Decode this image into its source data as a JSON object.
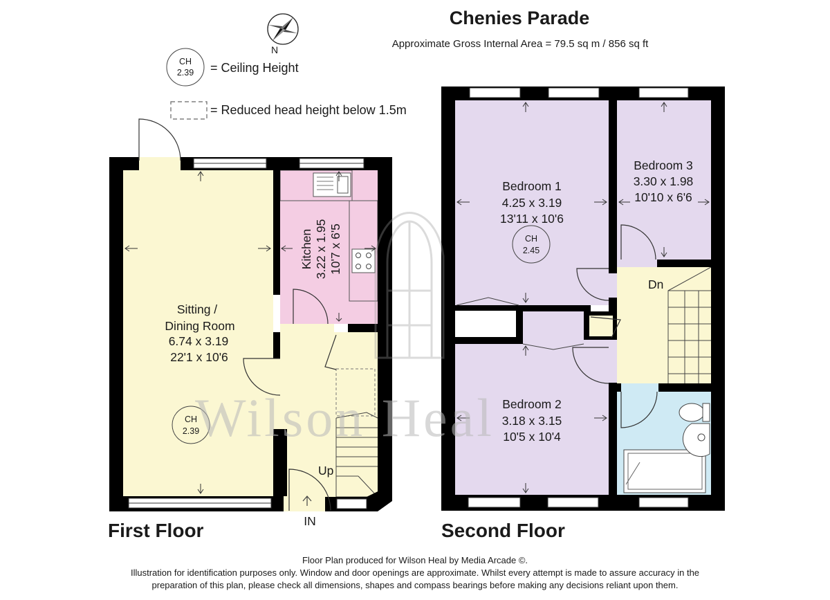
{
  "title": "Chenies Parade",
  "subtitle": "Approximate Gross Internal Area = 79.5 sq m / 856 sq ft",
  "compass": {
    "label": "N"
  },
  "legend": {
    "ch_badge_label": "CH",
    "ch_badge_value": "2.39",
    "ch_text": "= Ceiling Height",
    "reduced_text": "=  Reduced head height below 1.5m"
  },
  "watermark": "Wilson Heal",
  "floors": {
    "first": {
      "label": "First Floor",
      "entrance": "IN",
      "stairs": "Up",
      "sitting": {
        "name1": "Sitting /",
        "name2": "Dining Room",
        "metric": "6.74 x 3.19",
        "imperial": "22'1 x 10'6",
        "ch_label": "CH",
        "ch_value": "2.39"
      },
      "kitchen": {
        "name": "Kitchen",
        "metric": "3.22 x 1.95",
        "imperial": "10'7 x 6'5"
      }
    },
    "second": {
      "label": "Second Floor",
      "stairs": "Dn",
      "bedroom1": {
        "name": "Bedroom 1",
        "metric": "4.25 x 3.19",
        "imperial": "13'11 x 10'6",
        "ch_label": "CH",
        "ch_value": "2.45"
      },
      "bedroom2": {
        "name": "Bedroom 2",
        "metric": "3.18 x 3.15",
        "imperial": "10'5 x 10'4"
      },
      "bedroom3": {
        "name": "Bedroom 3",
        "metric": "3.30 x 1.98",
        "imperial": "10'10 x 6'6"
      }
    }
  },
  "footer": {
    "line1": "Floor Plan produced for Wilson Heal by Media Arcade ©.",
    "line2": "Illustration for identification purposes only. Window and door openings are approximate. Whilst every attempt is made to assure accuracy in the",
    "line3": "preparation of this plan, please check all dimensions, shapes and compass bearings before making any decisions reliant upon them."
  },
  "colors": {
    "sitting": "#fbf7d2",
    "kitchen": "#f4cde3",
    "hall": "#fbf7d2",
    "bedroom": "#e4d9ee",
    "landing": "#fbf7d2",
    "bathroom": "#cfeaf4",
    "wall": "#000000"
  }
}
